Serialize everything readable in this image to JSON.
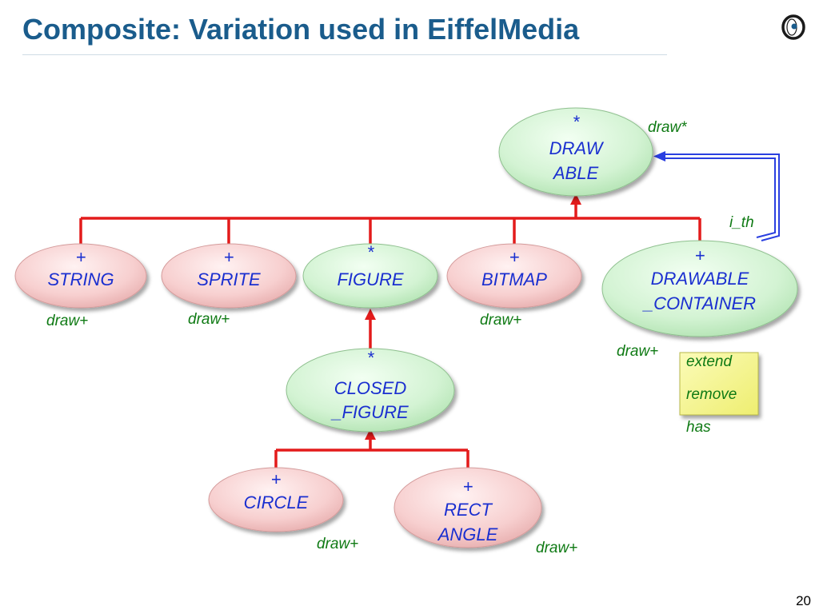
{
  "slide": {
    "title": "Composite: Variation used in EiffelMedia",
    "page_number": "20",
    "logo_icon": "eiffel-logo-icon"
  },
  "colors": {
    "title": "#1a5c8c",
    "class_text": "#1a2fd0",
    "feature_text": "#0f7a14",
    "inheritance": "#e31b1b",
    "client": "#2a3fe0",
    "deferred_fill": "#d6f5d6",
    "effective_fill": "#f8d2d2",
    "note_fill": "#f7f78a"
  },
  "classes": [
    {
      "id": "drawable",
      "marker": "*",
      "lines": [
        "DRAW",
        "ABLE"
      ],
      "kind": "deferred"
    },
    {
      "id": "string",
      "marker": "+",
      "lines": [
        "STRING"
      ],
      "kind": "effective"
    },
    {
      "id": "sprite",
      "marker": "+",
      "lines": [
        "SPRITE"
      ],
      "kind": "effective"
    },
    {
      "id": "figure",
      "marker": "*",
      "lines": [
        "FIGURE"
      ],
      "kind": "deferred"
    },
    {
      "id": "bitmap",
      "marker": "+",
      "lines": [
        "BITMAP"
      ],
      "kind": "effective"
    },
    {
      "id": "drawable-container",
      "marker": "+",
      "lines": [
        "DRAWABLE",
        "_CONTAINER"
      ],
      "kind": "deferred"
    },
    {
      "id": "closed-figure",
      "marker": "*",
      "lines": [
        "CLOSED",
        "_FIGURE"
      ],
      "kind": "deferred"
    },
    {
      "id": "circle",
      "marker": "+",
      "lines": [
        "CIRCLE"
      ],
      "kind": "effective"
    },
    {
      "id": "rectangle",
      "marker": "+",
      "lines": [
        "RECT",
        "ANGLE"
      ],
      "kind": "effective"
    }
  ],
  "features": [
    {
      "id": "drawable",
      "text": "draw*"
    },
    {
      "id": "string",
      "text": "draw+"
    },
    {
      "id": "sprite",
      "text": "draw+"
    },
    {
      "id": "bitmap",
      "text": "draw+"
    },
    {
      "id": "drawable-container",
      "text": "draw+"
    },
    {
      "id": "circle",
      "text": "draw+"
    },
    {
      "id": "rectangle",
      "text": "draw+"
    },
    {
      "id": "client-link",
      "text": "i_th"
    }
  ],
  "note": {
    "items": [
      "extend",
      "remove",
      "has"
    ]
  }
}
